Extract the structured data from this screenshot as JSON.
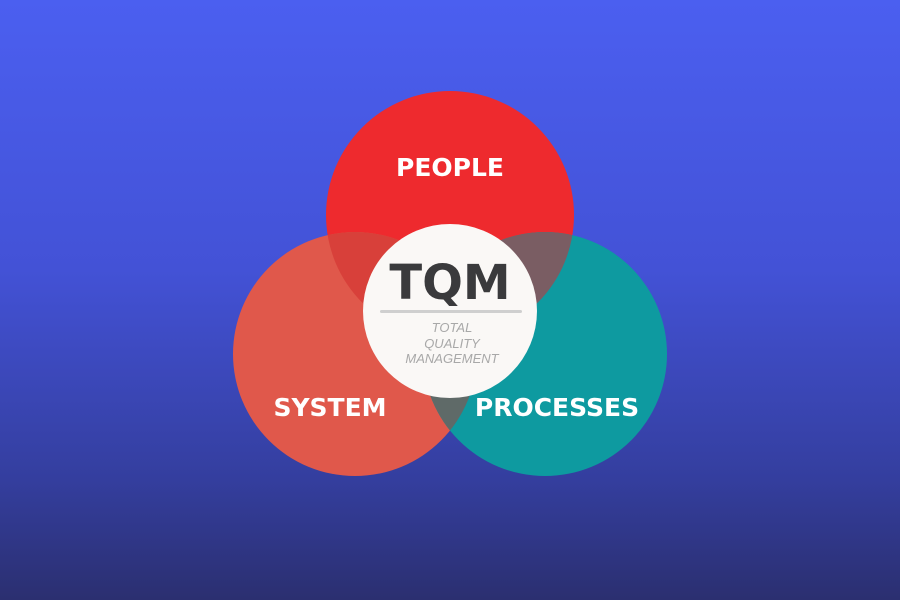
{
  "diagram": {
    "center": {
      "title": "TQM",
      "subtitle_lines": [
        "TOTAL",
        "QUALITY",
        "MANAGEMENT"
      ]
    },
    "circles": [
      {
        "label": "PEOPLE",
        "color": "#ee2a2e"
      },
      {
        "label": "SYSTEM",
        "color": "#e0584b"
      },
      {
        "label": "PROCESSES",
        "color": "#0e9aa0"
      }
    ],
    "overlap_colors": {
      "people_system": "#d8403a",
      "people_processes": "#7a5d63",
      "system_processes": "#5f6a68"
    }
  }
}
